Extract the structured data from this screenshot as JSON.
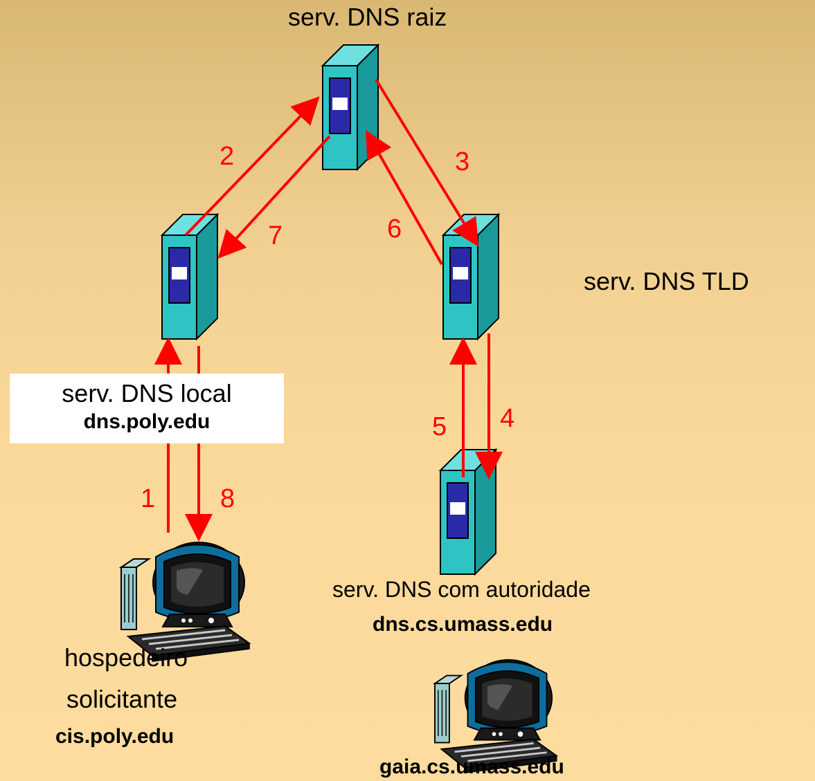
{
  "servers": {
    "root": {
      "name": "serv. DNS raiz"
    },
    "tld": {
      "name": "serv. DNS TLD"
    },
    "local": {
      "name": "serv. DNS local",
      "host": "dns.poly.edu"
    },
    "auth": {
      "name": "serv. DNS com autoridade",
      "host": "dns.cs.umass.edu"
    }
  },
  "hosts": {
    "requesting": {
      "line1": "hospedeiro",
      "line2": "solicitante",
      "host": "cis.poly.edu"
    },
    "target": {
      "host": "gaia.cs.umass.edu"
    }
  },
  "steps": [
    "1",
    "2",
    "3",
    "4",
    "5",
    "6",
    "7",
    "8"
  ],
  "colors": {
    "arrow": "#ff0000",
    "server_face": "#2ec4c4",
    "server_side": "#1a9999",
    "screen": "#2a2aa8"
  }
}
